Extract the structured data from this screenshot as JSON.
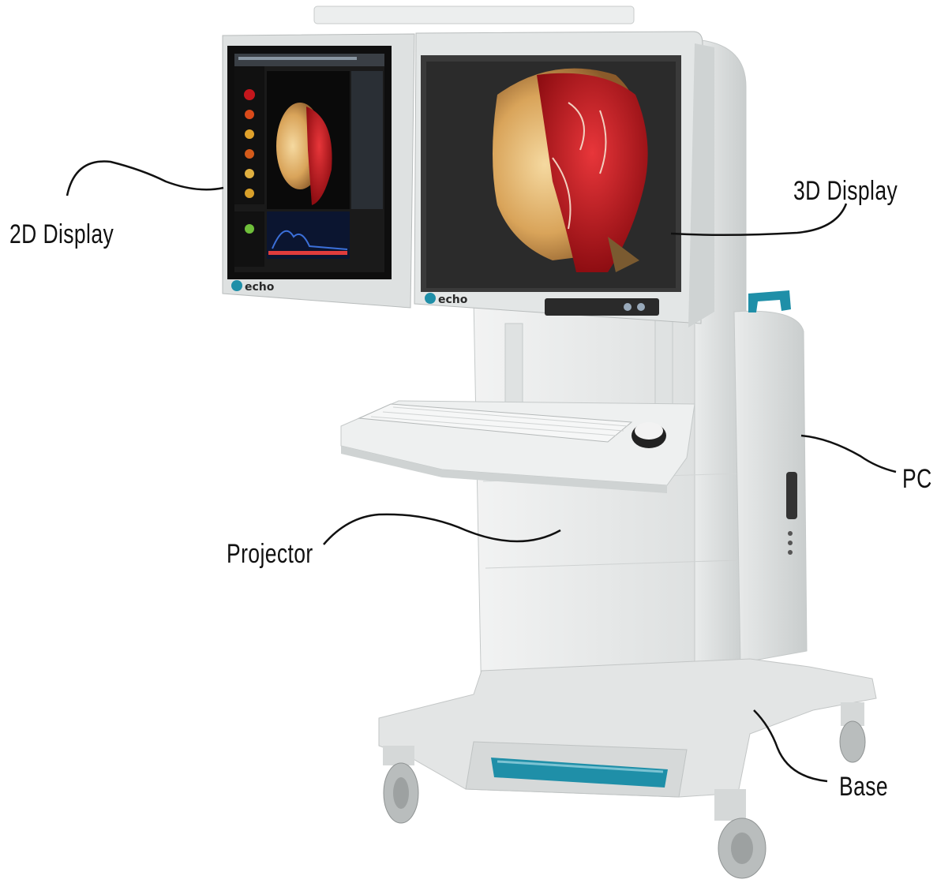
{
  "labels": {
    "display_2d": "2D Display",
    "display_3d": "3D Display",
    "pc": "PC",
    "projector": "Projector",
    "base": "Base"
  },
  "brand": {
    "logo_left": "echo",
    "logo_right": "echo"
  },
  "colors": {
    "accent_teal": "#1f8fa8",
    "body_gray": "#e6e8e8",
    "screen_dark": "#1a1a1a",
    "anatomy_red": "#c4161c"
  }
}
